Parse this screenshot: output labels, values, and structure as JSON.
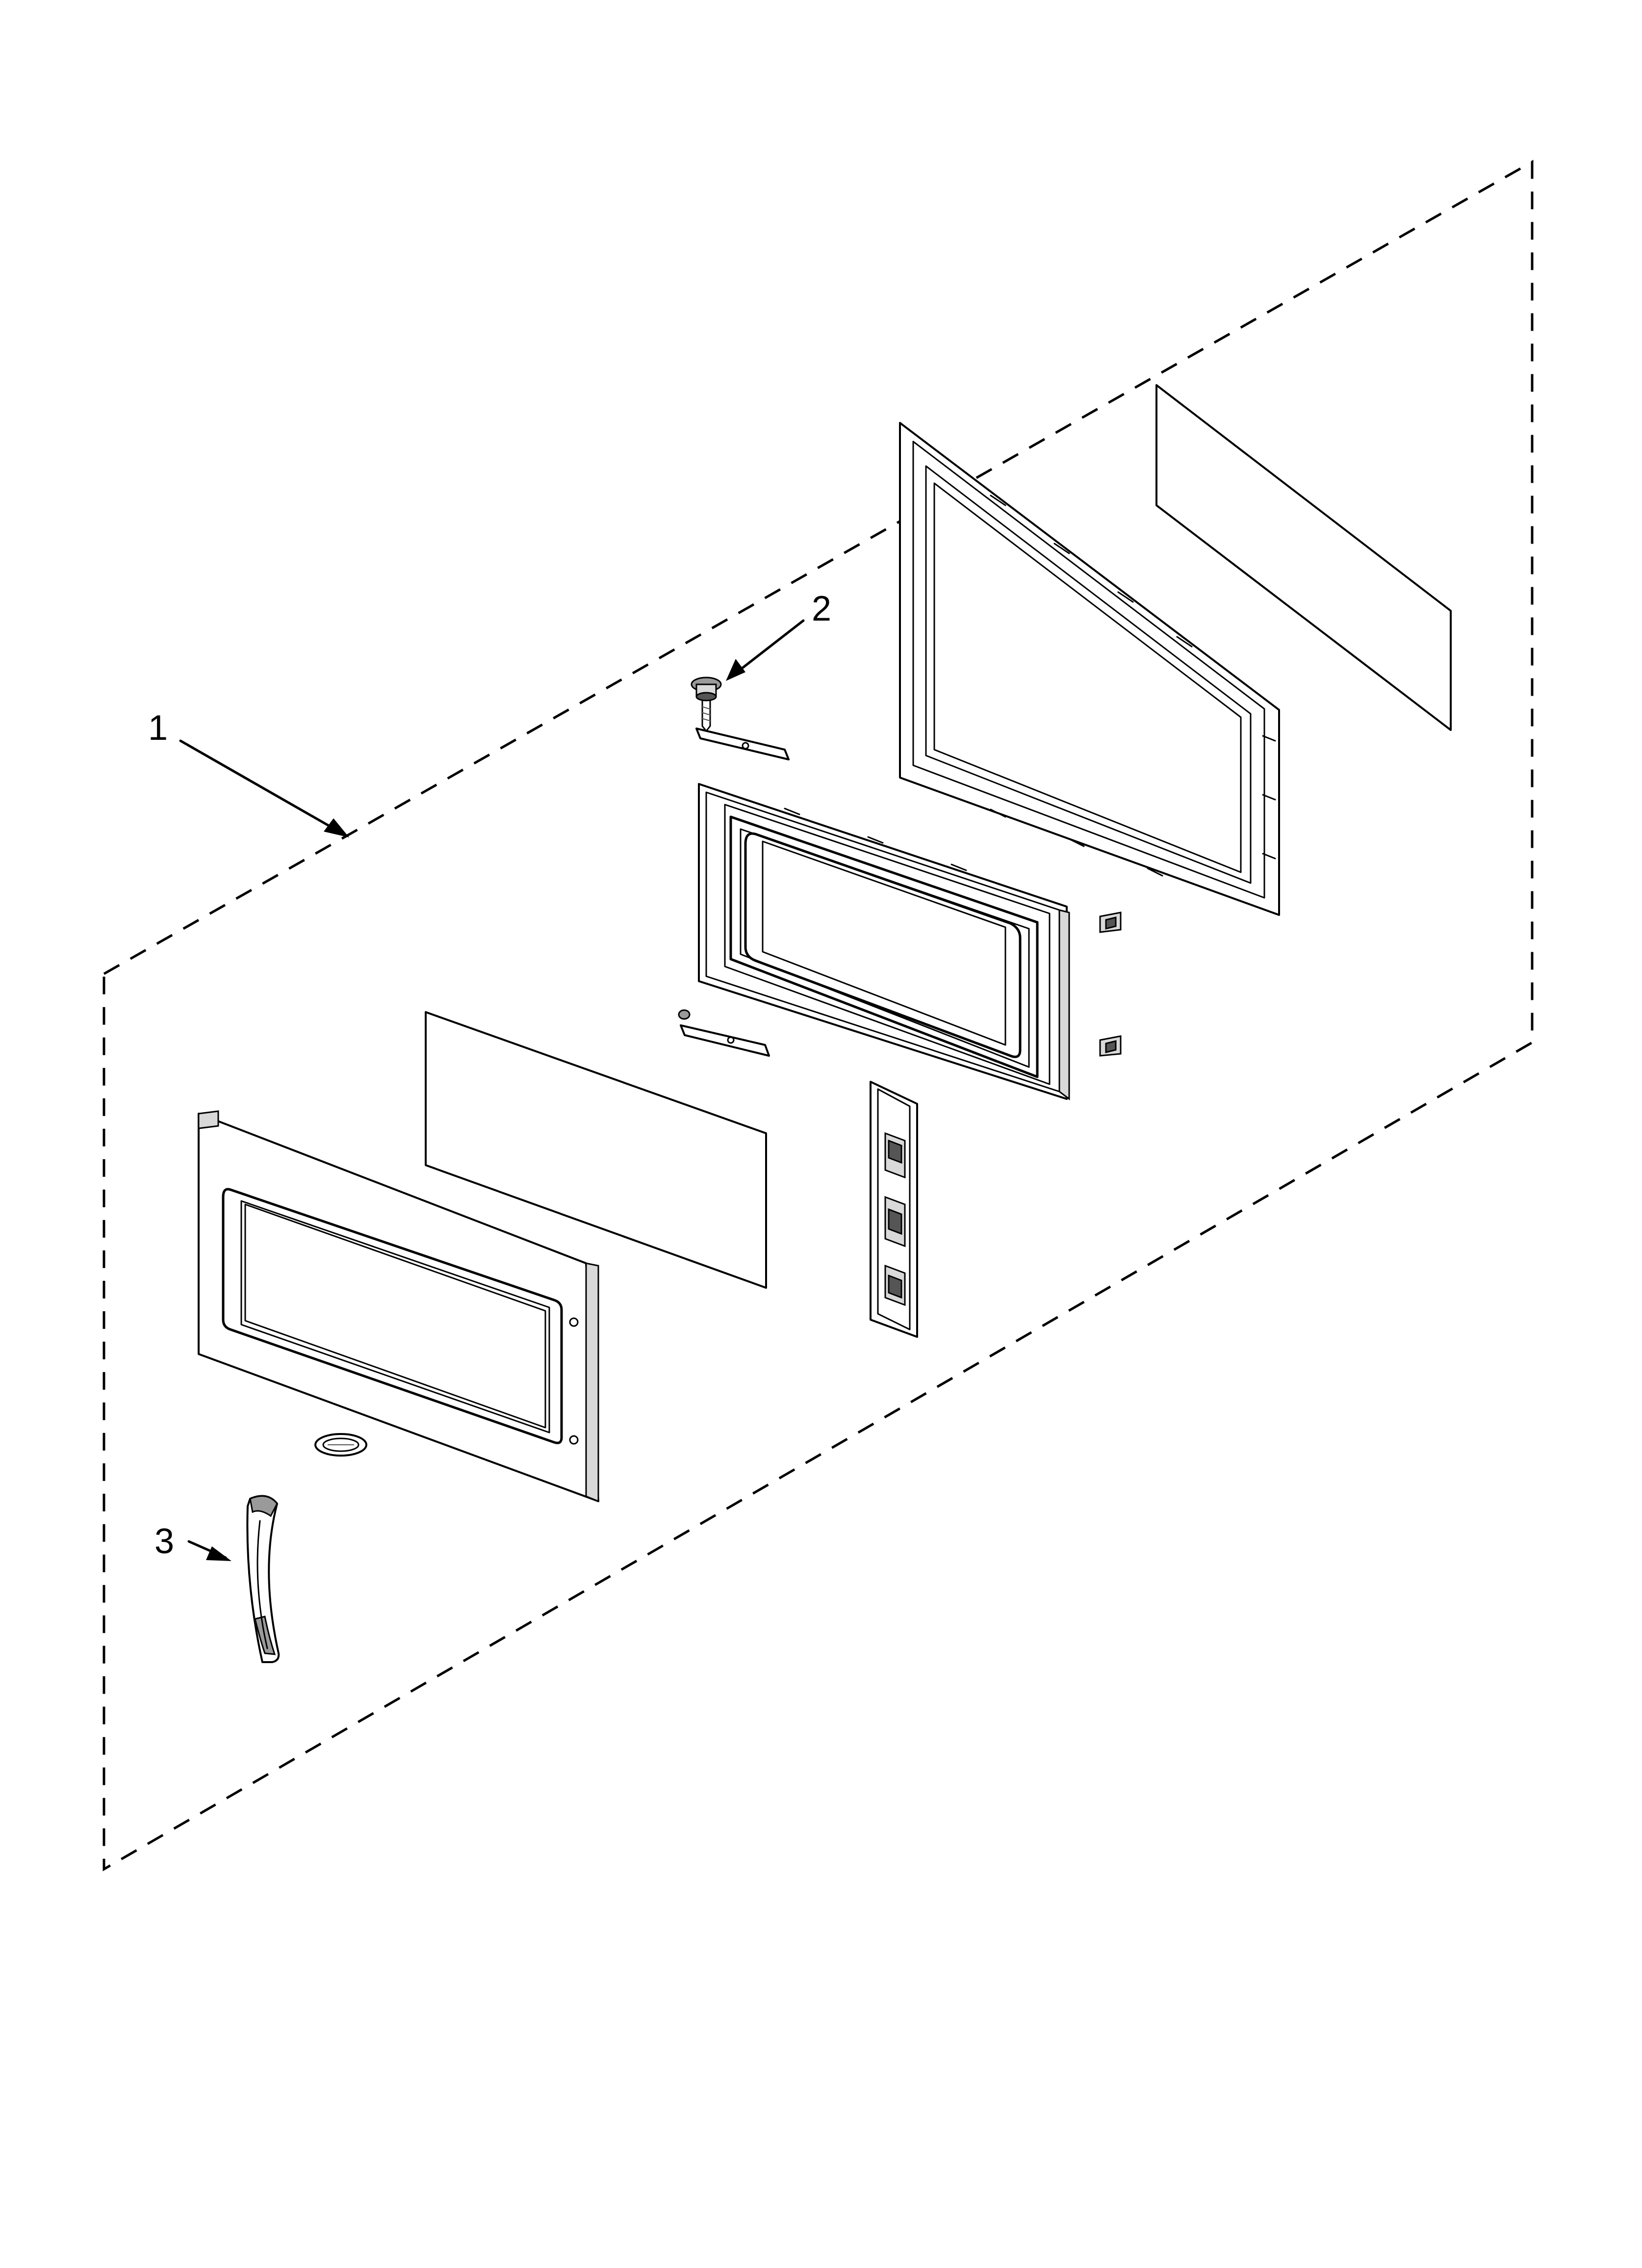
{
  "callouts": [
    {
      "id": "1",
      "label": "1"
    },
    {
      "id": "2",
      "label": "2"
    },
    {
      "id": "3",
      "label": "3"
    }
  ],
  "colors": {
    "line": "#000000",
    "background": "#ffffff",
    "shade": "#9a9a9a"
  }
}
